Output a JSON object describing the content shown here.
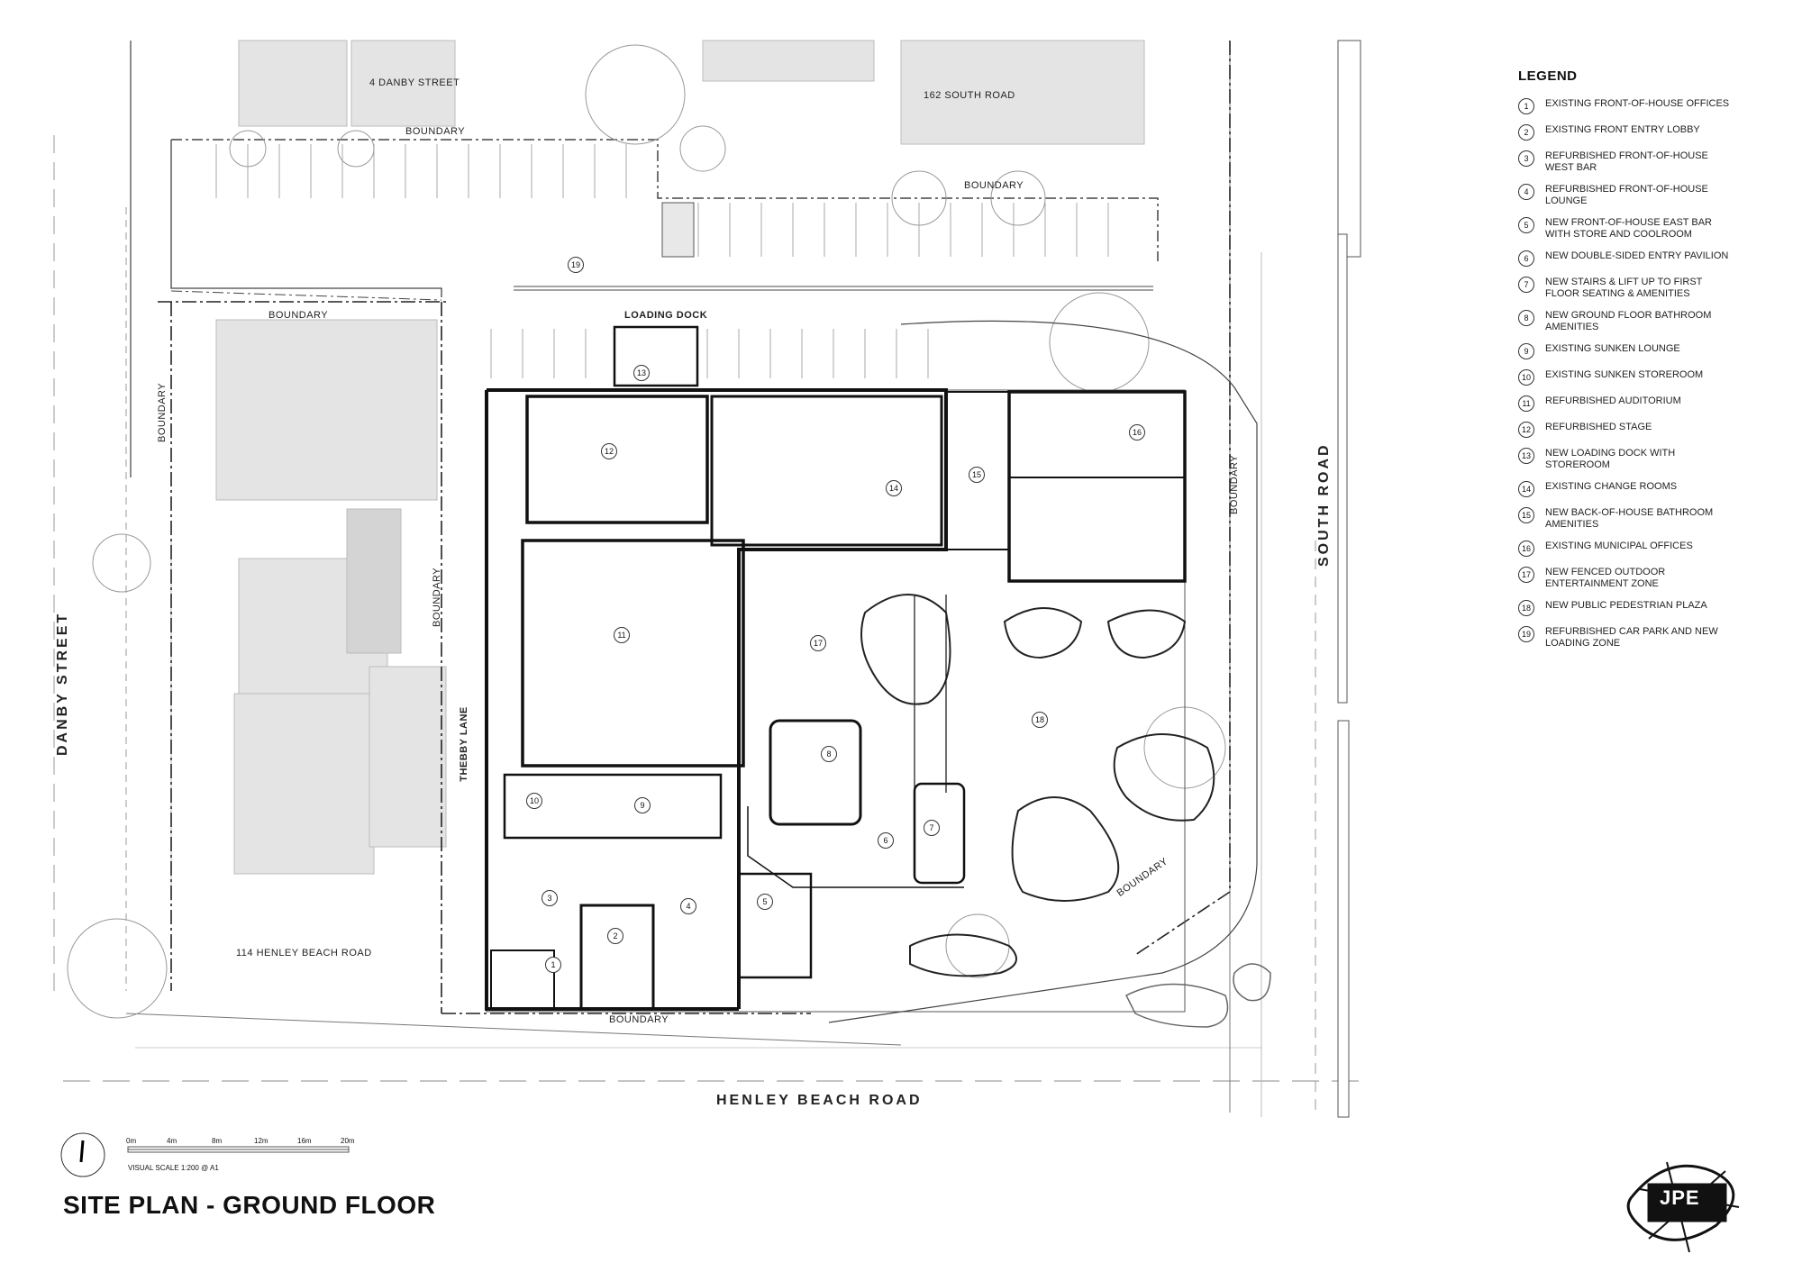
{
  "title": "SITE PLAN - GROUND FLOOR",
  "roads": {
    "danby": "DANBY STREET",
    "south": "SOUTH ROAD",
    "henley": "HENLEY BEACH ROAD",
    "lane": "THEBBY LANE"
  },
  "addresses": {
    "a1": "4 DANBY STREET",
    "a2": "162 SOUTH ROAD",
    "a3": "114 HENLEY BEACH ROAD"
  },
  "boundary": "BOUNDARY",
  "loading_dock": "LOADING DOCK",
  "legend": {
    "title": "LEGEND",
    "items": [
      {
        "num": "1",
        "text": "EXISTING FRONT-OF-HOUSE OFFICES"
      },
      {
        "num": "2",
        "text": "EXISTING FRONT ENTRY LOBBY"
      },
      {
        "num": "3",
        "text": "REFURBISHED FRONT-OF-HOUSE WEST BAR"
      },
      {
        "num": "4",
        "text": "REFURBISHED FRONT-OF-HOUSE LOUNGE"
      },
      {
        "num": "5",
        "text": "NEW FRONT-OF-HOUSE EAST BAR WITH STORE AND COOLROOM"
      },
      {
        "num": "6",
        "text": "NEW DOUBLE-SIDED ENTRY PAVILION"
      },
      {
        "num": "7",
        "text": "NEW STAIRS & LIFT UP TO FIRST FLOOR SEATING & AMENITIES"
      },
      {
        "num": "8",
        "text": "NEW GROUND FLOOR BATHROOM AMENITIES"
      },
      {
        "num": "9",
        "text": "EXISTING SUNKEN LOUNGE"
      },
      {
        "num": "10",
        "text": "EXISTING SUNKEN STOREROOM"
      },
      {
        "num": "11",
        "text": "REFURBISHED AUDITORIUM"
      },
      {
        "num": "12",
        "text": "REFURBISHED STAGE"
      },
      {
        "num": "13",
        "text": "NEW LOADING DOCK WITH STOREROOM"
      },
      {
        "num": "14",
        "text": "EXISTING CHANGE ROOMS"
      },
      {
        "num": "15",
        "text": "NEW BACK-OF-HOUSE BATHROOM AMENITIES"
      },
      {
        "num": "16",
        "text": "EXISTING MUNICIPAL OFFICES"
      },
      {
        "num": "17",
        "text": "NEW FENCED OUTDOOR ENTERTAINMENT ZONE"
      },
      {
        "num": "18",
        "text": "NEW PUBLIC PEDESTRIAN PLAZA"
      },
      {
        "num": "19",
        "text": "REFURBISHED CAR PARK AND NEW LOADING ZONE"
      }
    ]
  },
  "rooms": {
    "r1": "1",
    "r2": "2",
    "r3": "3",
    "r4": "4",
    "r5": "5",
    "r6": "6",
    "r7": "7",
    "r8": "8",
    "r9": "9",
    "r10": "10",
    "r11": "11",
    "r12": "12",
    "r13": "13",
    "r14": "14",
    "r15": "15",
    "r16": "16",
    "r17": "17",
    "r18": "18",
    "r19": "19"
  },
  "scale": {
    "ticks": [
      "0m",
      "4m",
      "8m",
      "12m",
      "16m",
      "20m"
    ],
    "caption": "VISUAL SCALE 1:200 @ A1"
  },
  "logo_text": "JPE"
}
